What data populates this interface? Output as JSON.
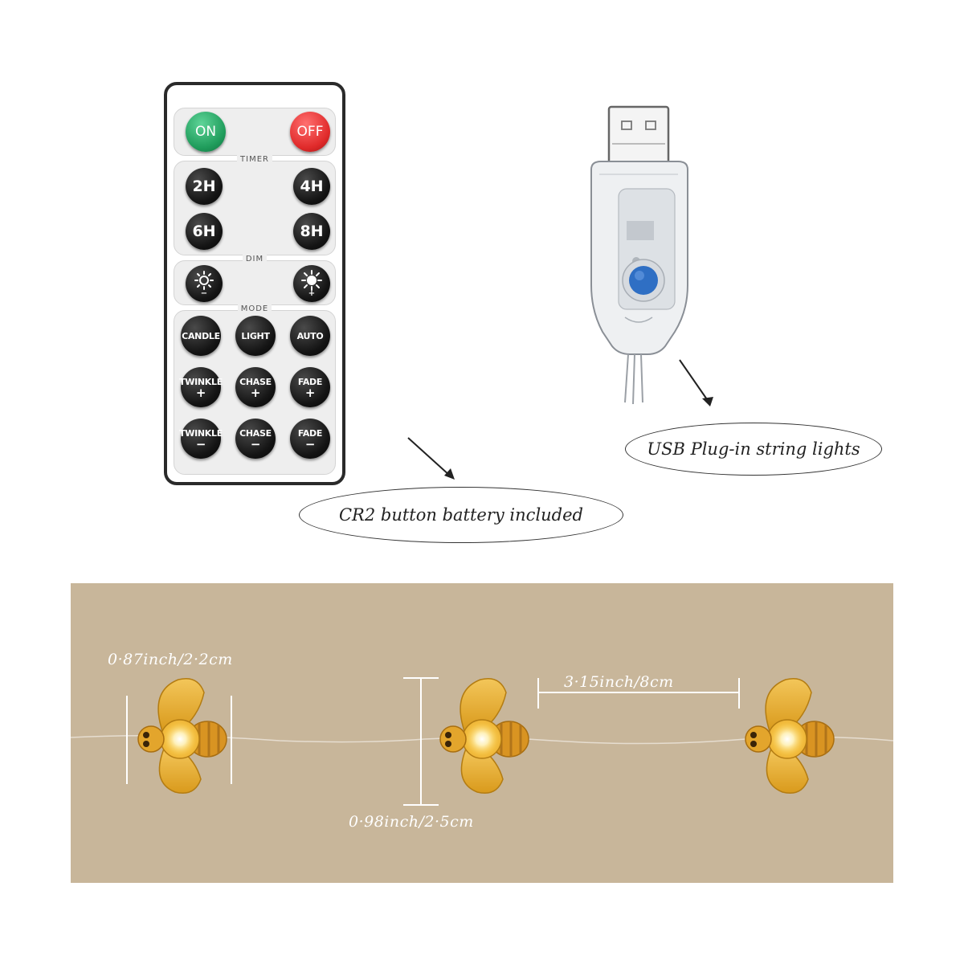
{
  "remote": {
    "power": {
      "on_label": "ON",
      "off_label": "OFF"
    },
    "timer": {
      "section_label": "TIMER",
      "buttons": [
        "2H",
        "4H",
        "6H",
        "8H"
      ]
    },
    "dim": {
      "section_label": "DIM",
      "minus_sign": "−",
      "plus_sign": "+"
    },
    "mode": {
      "section_label": "MODE",
      "row1": [
        "CANDLE",
        "LIGHT",
        "AUTO"
      ],
      "row2": [
        "TWINKLE",
        "CHASE",
        "FADE"
      ],
      "row3": [
        "TWINKLE",
        "CHASE",
        "FADE"
      ],
      "plus_sign": "+",
      "minus_sign": "−"
    }
  },
  "callouts": {
    "usb": "USB Plug-in string lights",
    "battery": "CR2 button battery included"
  },
  "dimensions": {
    "bee_width": "0·87inch/2·2cm",
    "bee_height": "0·98inch/2·5cm",
    "spacing": "3·15inch/8cm"
  },
  "colors": {
    "on_button": "#1f9c5b",
    "off_button": "#e02a2a",
    "usb_button": "#2f6fc4",
    "background_panel": "#c8b69a",
    "bee_body": "#e8a82a"
  }
}
